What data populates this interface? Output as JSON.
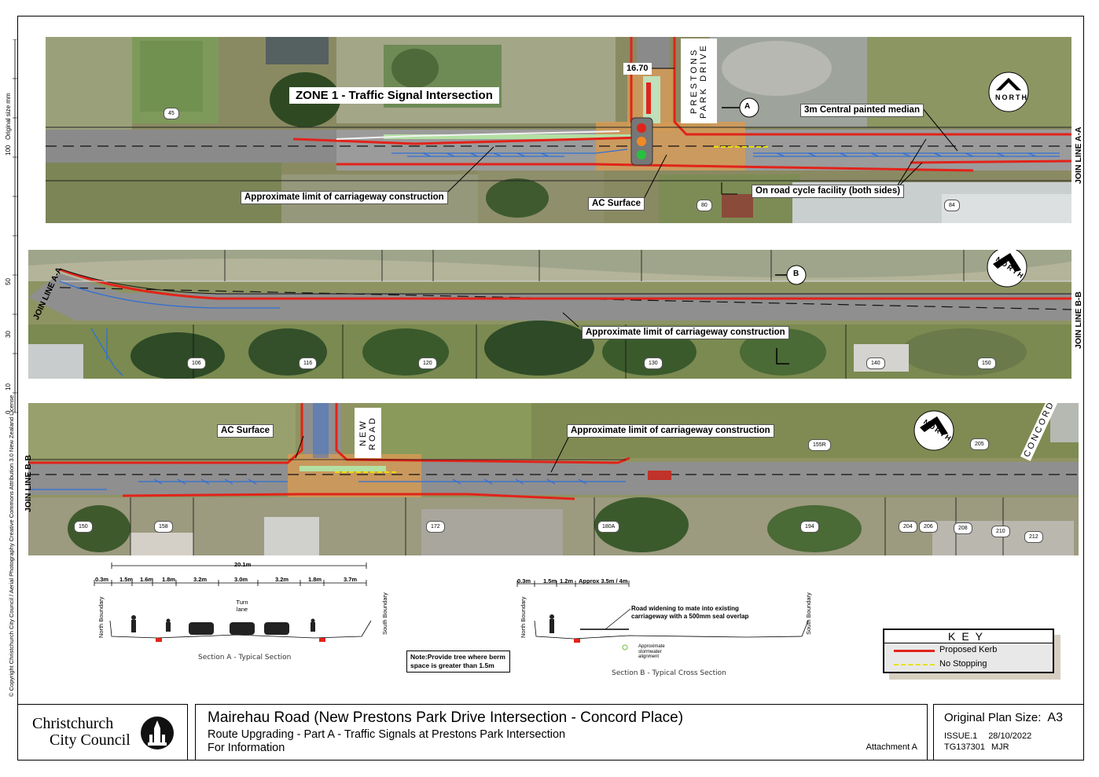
{
  "panel1": {
    "zone_title": "ZONE 1 - Traffic Signal Intersection",
    "street_name": "PRESTONS PARK DRIVE",
    "dimension": "16.70",
    "section_marker": "A",
    "north": "NORTH",
    "labels": {
      "median": "3m Central painted median",
      "limit": "Approximate limit of carriageway construction",
      "ac_surface": "AC Surface",
      "cycle": "On road cycle facility (both sides)"
    },
    "join_line_right": "JOIN LINE A-A",
    "lot_numbers": [
      "45",
      "80",
      "84"
    ]
  },
  "panel2": {
    "join_line_left": "JOIN LINE A-A",
    "join_line_right": "JOIN LINE B-B",
    "section_marker": "B",
    "north": "NORTH",
    "limit": "Approximate limit of carriageway construction",
    "lot_numbers": [
      "106",
      "116",
      "120",
      "130",
      "140",
      "150"
    ]
  },
  "panel3": {
    "join_line_left": "JOIN LINE B-B",
    "ac_surface": "AC Surface",
    "street_name": "NEW ROAD",
    "limit": "Approximate limit of carriageway construction",
    "north": "NORTH",
    "concord": "CONCORD PLACE",
    "lot_numbers": [
      "150",
      "158",
      "172",
      "180A",
      "194",
      "204",
      "206",
      "208",
      "210",
      "212",
      "155R",
      "205"
    ]
  },
  "scale": {
    "t100": "100",
    "t50": "50",
    "t30": "30",
    "t10": "10",
    "t0": "0",
    "original": "Original size mm"
  },
  "copyright": "© Copyright Christchurch City Council / Aerial Photography Creative Commons Attribution 3.0 New Zealand License",
  "section_a": {
    "total": "20.1m",
    "dims": [
      "0.3m",
      "1.5m",
      "1.6m",
      "1.8m",
      "3.2m",
      "3.0m",
      "3.2m",
      "1.8m",
      "3.7m"
    ],
    "north_boundary": "North Boundary",
    "south_boundary": "South Boundary",
    "turn_lane": "Turn lane",
    "caption": "Section A - Typical Section"
  },
  "note": "Note:Provide tree where berm space is greater than 1.5m",
  "section_b": {
    "dims": [
      "0.3m",
      "1.5m",
      "1.2m",
      "Approx 3.5m / 4m"
    ],
    "north_boundary": "North Boundary",
    "south_boundary": "South Boundary",
    "widening": "Road widening to mate into existing carriageway with a 500mm seal overlap",
    "stormwater": "Approximate stormwater alignment",
    "caption": "Section B - Typical Cross Section"
  },
  "key": {
    "title": "KEY",
    "kerb": "Proposed Kerb",
    "no_stopping": "No Stopping",
    "kerb_color": "#e2231a",
    "no_stopping_color": "#e8e000"
  },
  "title_block": {
    "logo_line1": "Christchurch",
    "logo_line2": "City Council",
    "title": "Mairehau Road (New Prestons Park Drive Intersection - Concord Place)",
    "subtitle": "Route Upgrading - Part A - Traffic Signals at Prestons Park Intersection",
    "purpose": "For Information",
    "attachment": "Attachment A",
    "plan_size_label": "Original Plan Size:",
    "plan_size": "A3",
    "issue": "ISSUE.1",
    "date": "28/10/2022",
    "drawing_no": "TG137301",
    "author": "MJR"
  }
}
